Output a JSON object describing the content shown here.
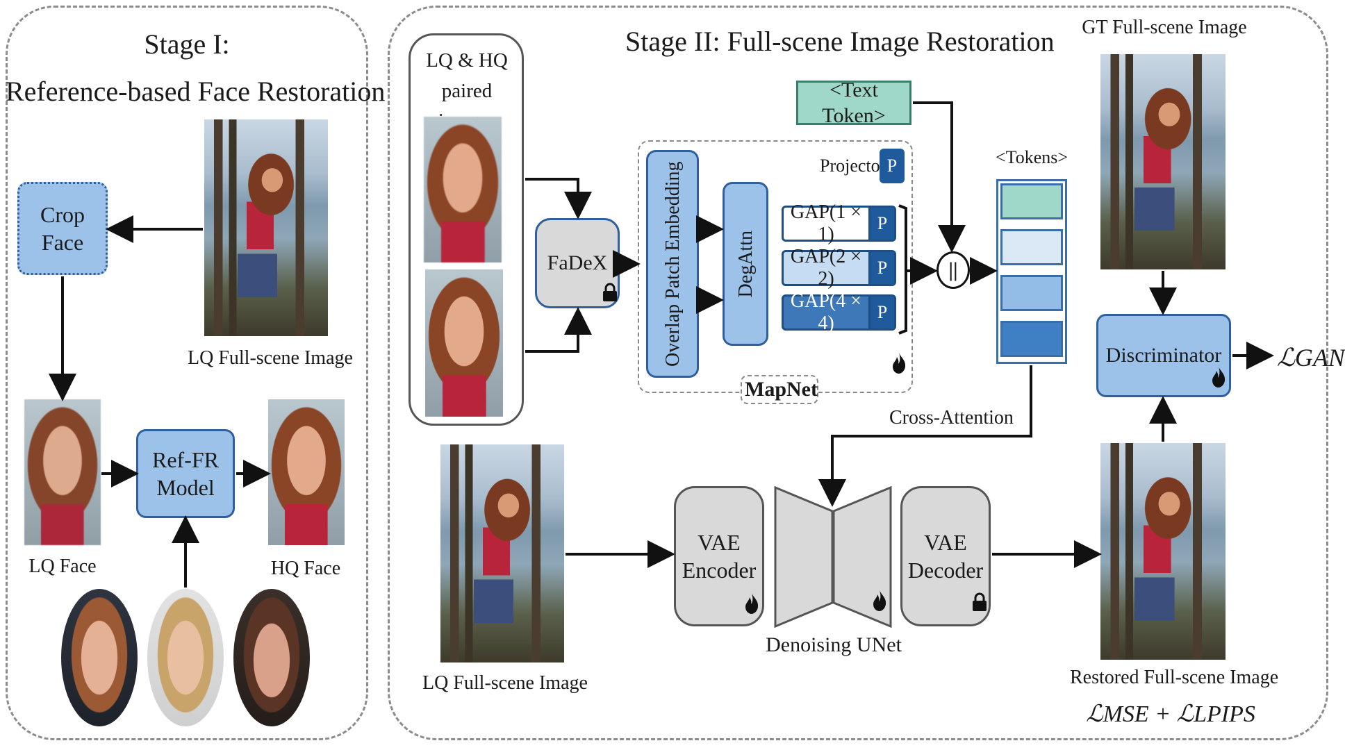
{
  "stage1": {
    "title": "Stage I:",
    "subtitle": "Reference-based Face Restoration",
    "crop_face": "Crop Face",
    "lq_full_scene": "LQ Full-scene Image",
    "lq_face": "LQ Face",
    "hq_face": "HQ Face",
    "ref_fr_model": "Ref-FR Model"
  },
  "stage2": {
    "title": "Stage II: Full-scene Image Restoration",
    "paired_images_label": "LQ & HQ paired images",
    "fadex": "FaDeX",
    "overlap_patch_embedding": "Overlap Patch Embedding",
    "degattn": "DegAttn",
    "projector_label": "Projector:",
    "projector_p": "P",
    "gap_items": [
      {
        "label": "GAP(1 × 1)",
        "p": "P"
      },
      {
        "label": "GAP(2 × 2)",
        "p": "P"
      },
      {
        "label": "GAP(4 × 4)",
        "p": "P"
      }
    ],
    "mapnet": "MapNet",
    "text_token": "<Text Token>",
    "concat_symbol": "||",
    "tokens_label": "<Tokens>",
    "cross_attention": "Cross-Attention",
    "lq_full_scene": "LQ Full-scene Image",
    "vae_encoder": "VAE Encoder",
    "denoising_unet": "Denoising UNet",
    "vae_decoder": "VAE Decoder",
    "gt_full_scene": "GT Full-scene Image",
    "discriminator": "Discriminator",
    "loss_gan": "ℒGAN",
    "restored_full_scene": "Restored Full-scene Image",
    "loss_mse_lpips": "ℒMSE + ℒLPIPS"
  },
  "colors": {
    "blue_box": "#9cc2ea",
    "blue_border": "#2f5f9c",
    "gray_box": "#d9d9d9",
    "token_teal": "#9fd8c8",
    "token_light": "#dbe9f7",
    "token_mid": "#93bde6",
    "token_dark": "#3f7fc4"
  },
  "icons": {
    "trainable": "flame-icon",
    "frozen": "lock-icon"
  }
}
